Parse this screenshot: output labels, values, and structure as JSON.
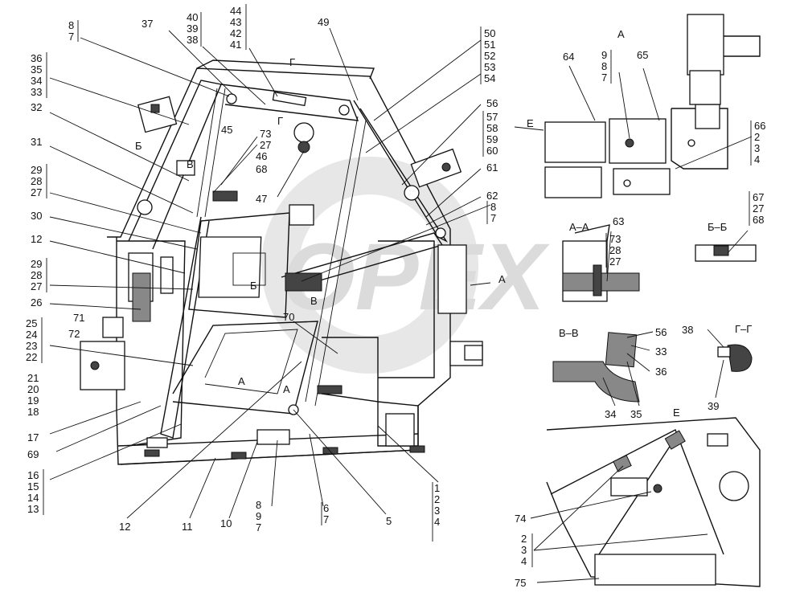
{
  "watermark": {
    "text": "OPEX",
    "gear_icon": "gear-icon"
  },
  "sections": {
    "a": "A",
    "a_a": "A–A",
    "b_b": "Б–Б",
    "v_v": "В–В",
    "g_g": "Г–Г",
    "e": "Е",
    "e_marker": "Е",
    "a_marker": "A",
    "g_marker": "Г",
    "g_marker2": "Г",
    "b_marker": "Б",
    "b_marker2": "Б",
    "v_marker": "В",
    "v_marker2": "В",
    "a_marker2": "A",
    "a_marker3": "A"
  },
  "callouts": {
    "c8_7": [
      "8",
      "7"
    ],
    "c37": "37",
    "c40_38": [
      "40",
      "39",
      "38"
    ],
    "c44_41": [
      "44",
      "43",
      "42",
      "41"
    ],
    "c49": "49",
    "c50_54": [
      "50",
      "51",
      "52",
      "53",
      "54"
    ],
    "c36_33": [
      "36",
      "35",
      "34",
      "33"
    ],
    "c32": "32",
    "c31": "31",
    "c29_27a": [
      "29",
      "28",
      "27"
    ],
    "c30": "30",
    "c12a": "12",
    "c29_27b": [
      "29",
      "28",
      "27"
    ],
    "c26": "26",
    "c71": "71",
    "c72": "72",
    "c25_22": [
      "25",
      "24",
      "23",
      "22"
    ],
    "c21_18": [
      "21",
      "20",
      "19",
      "18"
    ],
    "c17": "17",
    "c69": "69",
    "c16_13": [
      "16",
      "15",
      "14",
      "13"
    ],
    "c12b": "12",
    "c11": "11",
    "c10": "10",
    "c8_7b": [
      "8",
      "9",
      "7"
    ],
    "c6_7": [
      "6",
      "7"
    ],
    "c5": "5",
    "c1_4": [
      "1",
      "2",
      "3",
      "4"
    ],
    "c45": "45",
    "c73_27": [
      "73",
      "27"
    ],
    "c46": "46",
    "c68": "68",
    "c47": "47",
    "c56": "56",
    "c57_60": [
      "57",
      "58",
      "59",
      "60"
    ],
    "c61": "61",
    "c62": "62",
    "c8_7c": [
      "8",
      "7"
    ],
    "c70": "70",
    "c64": "64",
    "c9_7": [
      "9",
      "8",
      "7"
    ],
    "c65": "65",
    "c66_4": [
      "66",
      "2",
      "3",
      "4"
    ],
    "c63": "63",
    "c73_27b": [
      "73",
      "28",
      "27"
    ],
    "c67_68": [
      "67",
      "27",
      "68"
    ],
    "c56b": "56",
    "c33": "33",
    "c36": "36",
    "c34": "34",
    "c35": "35",
    "c38": "38",
    "c39": "39",
    "c74": "74",
    "c2_4": [
      "2",
      "3",
      "4"
    ],
    "c75": "75"
  }
}
